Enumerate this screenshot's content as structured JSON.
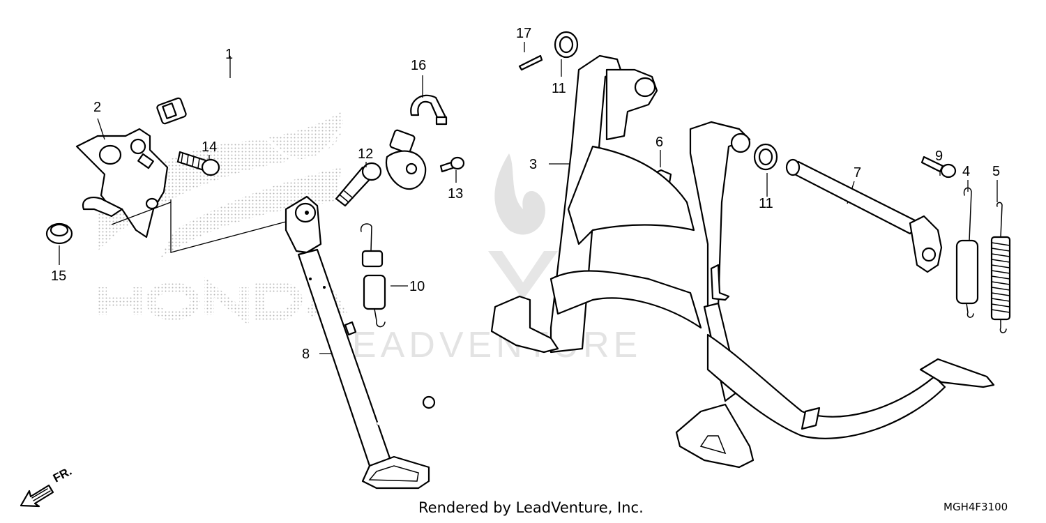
{
  "callouts": {
    "c1": "1",
    "c2": "2",
    "c3": "3",
    "c4": "4",
    "c5": "5",
    "c6": "6",
    "c7": "7",
    "c8": "8",
    "c9": "9",
    "c10": "10",
    "c11a": "11",
    "c11b": "11",
    "c12": "12",
    "c13": "13",
    "c14": "14",
    "c15": "15",
    "c16": "16",
    "c17": "17"
  },
  "direction": {
    "label": "FR."
  },
  "footer": {
    "credit": "Rendered by LeadVenture, Inc.",
    "code": "MGH4F3100"
  },
  "colors": {
    "line": "#000000",
    "background": "#ffffff",
    "watermark": "#d8d8d8"
  }
}
